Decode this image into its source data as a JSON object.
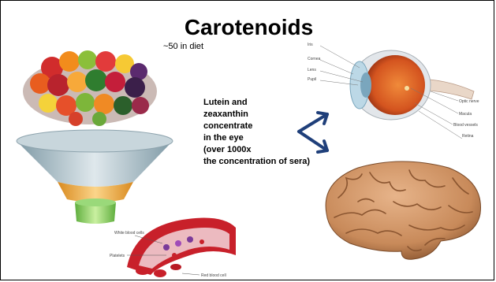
{
  "slide": {
    "title": "Carotenoids",
    "diet_note": "~50 in diet",
    "body_lines": [
      "Lutein and",
      "zeaxanthin",
      "concentrate",
      "in the eye",
      "(over 1000x",
      "the concentration of sera)"
    ]
  },
  "eye_labels": {
    "iris": "Iris",
    "cornea": "Cornea",
    "lens": "Lens",
    "pupil": "Pupil",
    "optic_nerve": "Optic nerve",
    "macula": "Macula",
    "blood_vessels": "Blood vessels",
    "retina": "Retina"
  },
  "blood_labels": {
    "white_blood_cells": "White blood cells",
    "platelets": "Platelets",
    "red_blood_cell": "Red blood cell"
  },
  "colors": {
    "arrow": "#1f3f7a",
    "funnel_top": "#a9bcc4",
    "funnel_mid": "#f0b24a",
    "funnel_bottom": "#8fcf6a",
    "brain": "#c88a5a",
    "eye_orange": "#e0632a",
    "blood_red": "#c8202a"
  }
}
